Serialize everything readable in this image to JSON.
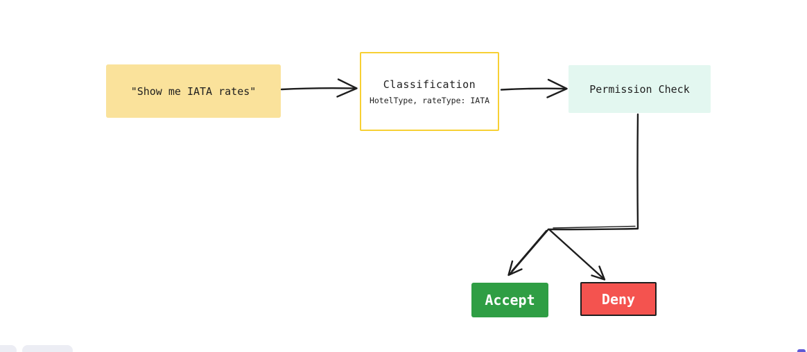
{
  "canvas": {
    "background": "#ffffff",
    "stroke_color": "#1e1e1e"
  },
  "colors": {
    "query_fill": "#fae29b",
    "classification_border": "#f7d034",
    "permission_fill": "#e3f7f0",
    "accept_fill": "#2f9e44",
    "deny_fill": "#f4534f",
    "deny_border": "#1e1e1e",
    "ui_island_fill": "#ecedf4",
    "corner_widget_fill": "#5f5ad6"
  },
  "diagram": {
    "query_node": {
      "label": "\"Show me IATA rates\""
    },
    "classification_node": {
      "title": "Classification",
      "subtitle": "HotelType, rateType: IATA"
    },
    "permission_node": {
      "label": "Permission Check"
    },
    "accept_node": {
      "label": "Accept"
    },
    "deny_node": {
      "label": "Deny"
    }
  }
}
